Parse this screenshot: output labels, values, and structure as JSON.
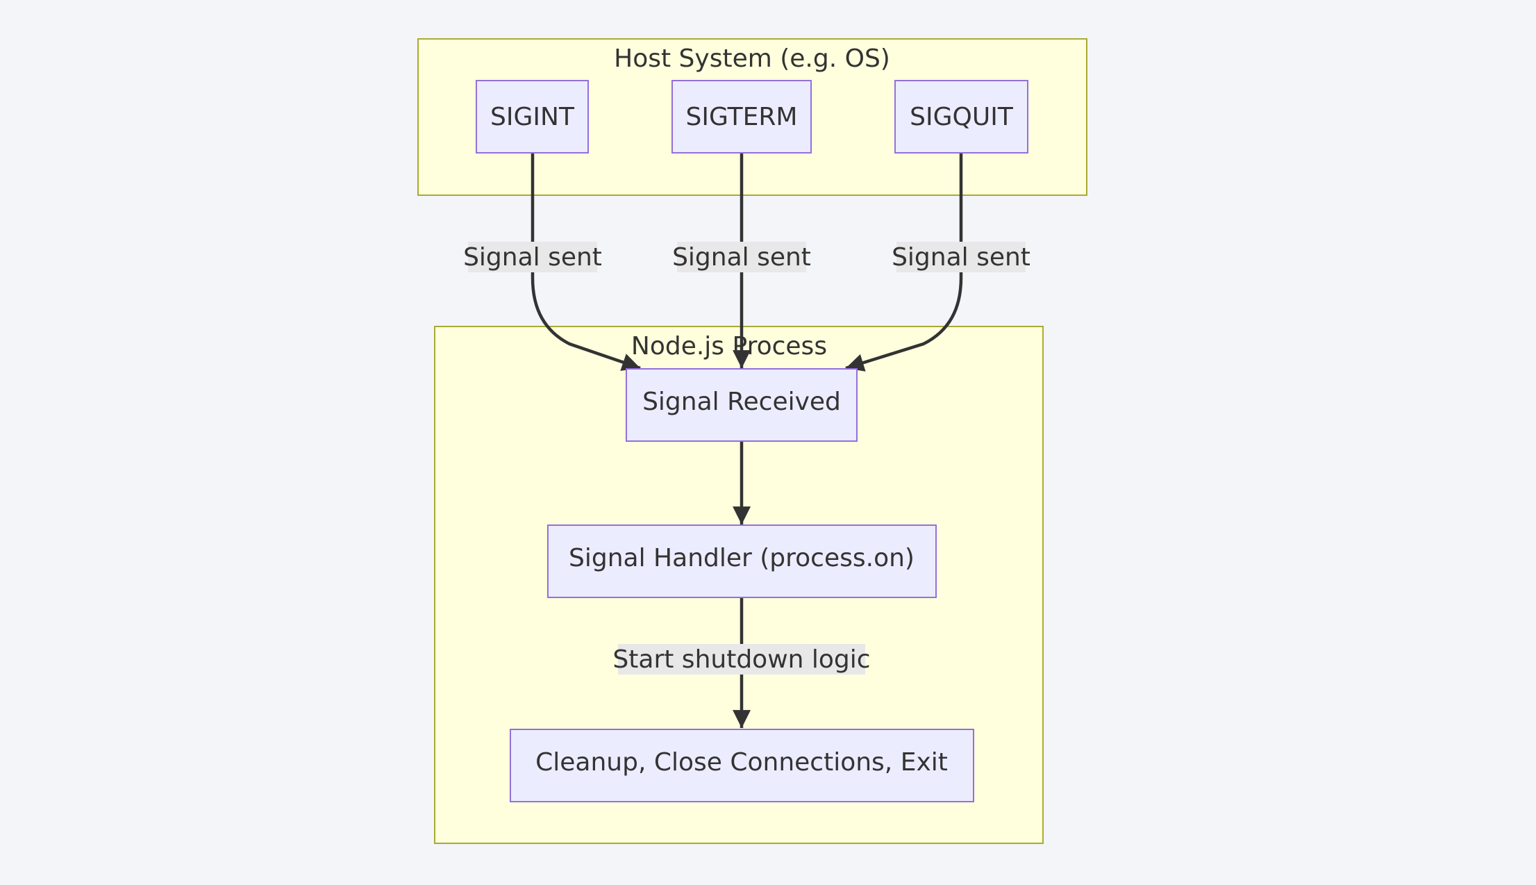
{
  "clusters": {
    "host": {
      "label": "Host System (e.g. OS)"
    },
    "node": {
      "label": "Node.js Process"
    }
  },
  "nodes": {
    "sigint": {
      "label": "SIGINT"
    },
    "sigterm": {
      "label": "SIGTERM"
    },
    "sigquit": {
      "label": "SIGQUIT"
    },
    "received": {
      "label": "Signal Received"
    },
    "handler": {
      "label": "Signal Handler (process.on)"
    },
    "cleanup": {
      "label": "Cleanup, Close Connections, Exit"
    }
  },
  "edges": {
    "sigint_received": {
      "label": "Signal sent"
    },
    "sigterm_received": {
      "label": "Signal sent"
    },
    "sigquit_received": {
      "label": "Signal sent"
    },
    "received_handler": {
      "label": ""
    },
    "handler_cleanup": {
      "label": "Start shutdown logic"
    }
  },
  "colors": {
    "cluster_fill": "#ffffde",
    "cluster_stroke": "#aaaa33",
    "node_fill": "#ececff",
    "node_stroke": "#9370db",
    "edge": "#333333",
    "edge_label_bg": "#e8e8e8",
    "background": "#f4f5f9"
  }
}
